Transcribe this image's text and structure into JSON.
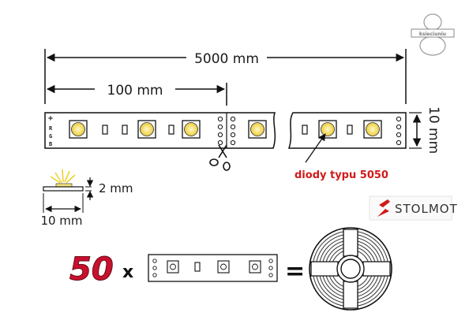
{
  "dimensions": {
    "total_length": "5000 mm",
    "cut_length": "100 mm",
    "width": "10 mm",
    "height": "2 mm",
    "diode_width": "10 mm"
  },
  "strip": {
    "plus_sign": "+",
    "rgb_letters": [
      "R",
      "G",
      "B"
    ]
  },
  "diode_label": "diody typu 5050",
  "brand": {
    "name": "STOLMOT",
    "color": "#d11a1a"
  },
  "watermark_logo_text": "ksieciuniu",
  "equation": {
    "count": "50",
    "times": "x",
    "equals": "=",
    "count_color": "#c8102e"
  },
  "colors": {
    "diode_yellow": "#f2d85a",
    "line": "#111111",
    "label_red": "#d11a1a"
  }
}
